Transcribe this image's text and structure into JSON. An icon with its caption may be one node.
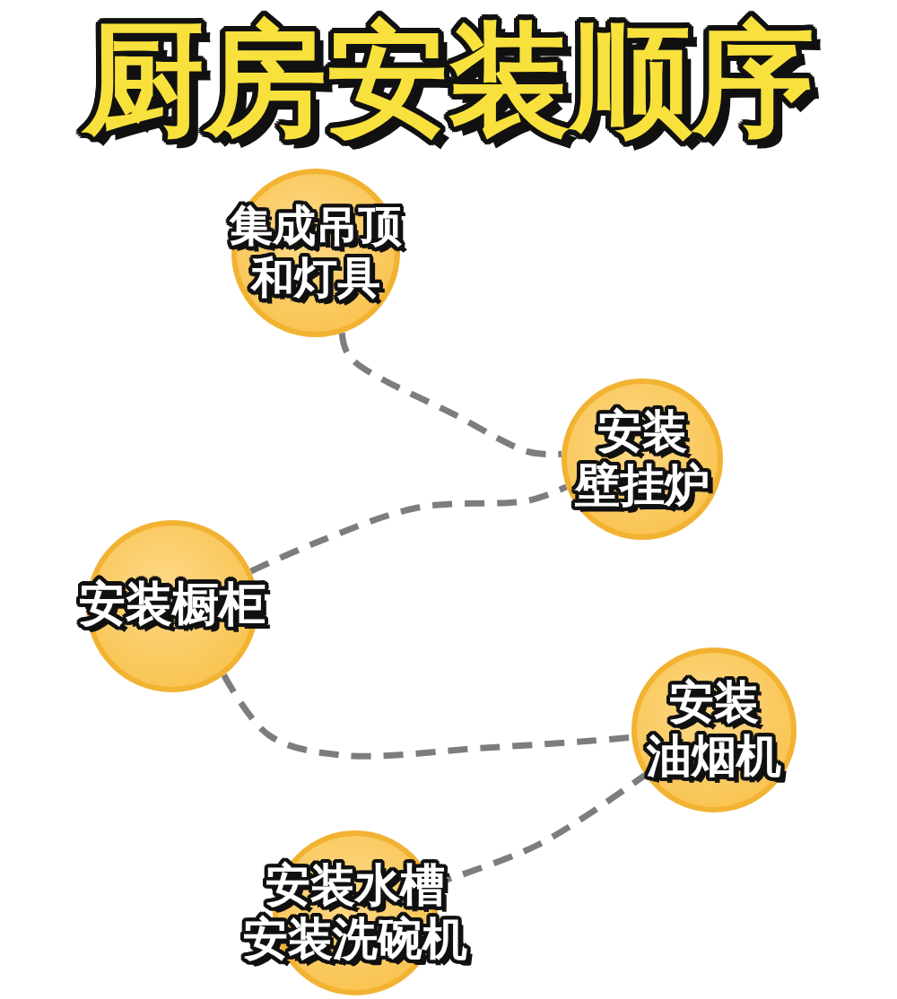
{
  "diagram": {
    "title": "厨房安装顺序",
    "nodes": [
      {
        "text": [
          "集成吊顶和灯具"
        ]
      },
      {
        "text": [
          "安装壁挂炉"
        ]
      },
      {
        "text": [
          "安装橱柜"
        ]
      },
      {
        "text": [
          "安装油烟机"
        ]
      },
      {
        "text": [
          "安装水槽",
          "安装洗碗机"
        ]
      }
    ],
    "edges": [
      {
        "from": 0,
        "to": 1,
        "arrow": "none",
        "style": "dashed"
      },
      {
        "from": 2,
        "to": 1,
        "arrow": "none",
        "style": "dashed"
      },
      {
        "from": 2,
        "to": 3,
        "arrow": "none",
        "style": "dashed"
      },
      {
        "from": 4,
        "to": 3,
        "arrow": "none",
        "style": "dashed"
      }
    ]
  }
}
